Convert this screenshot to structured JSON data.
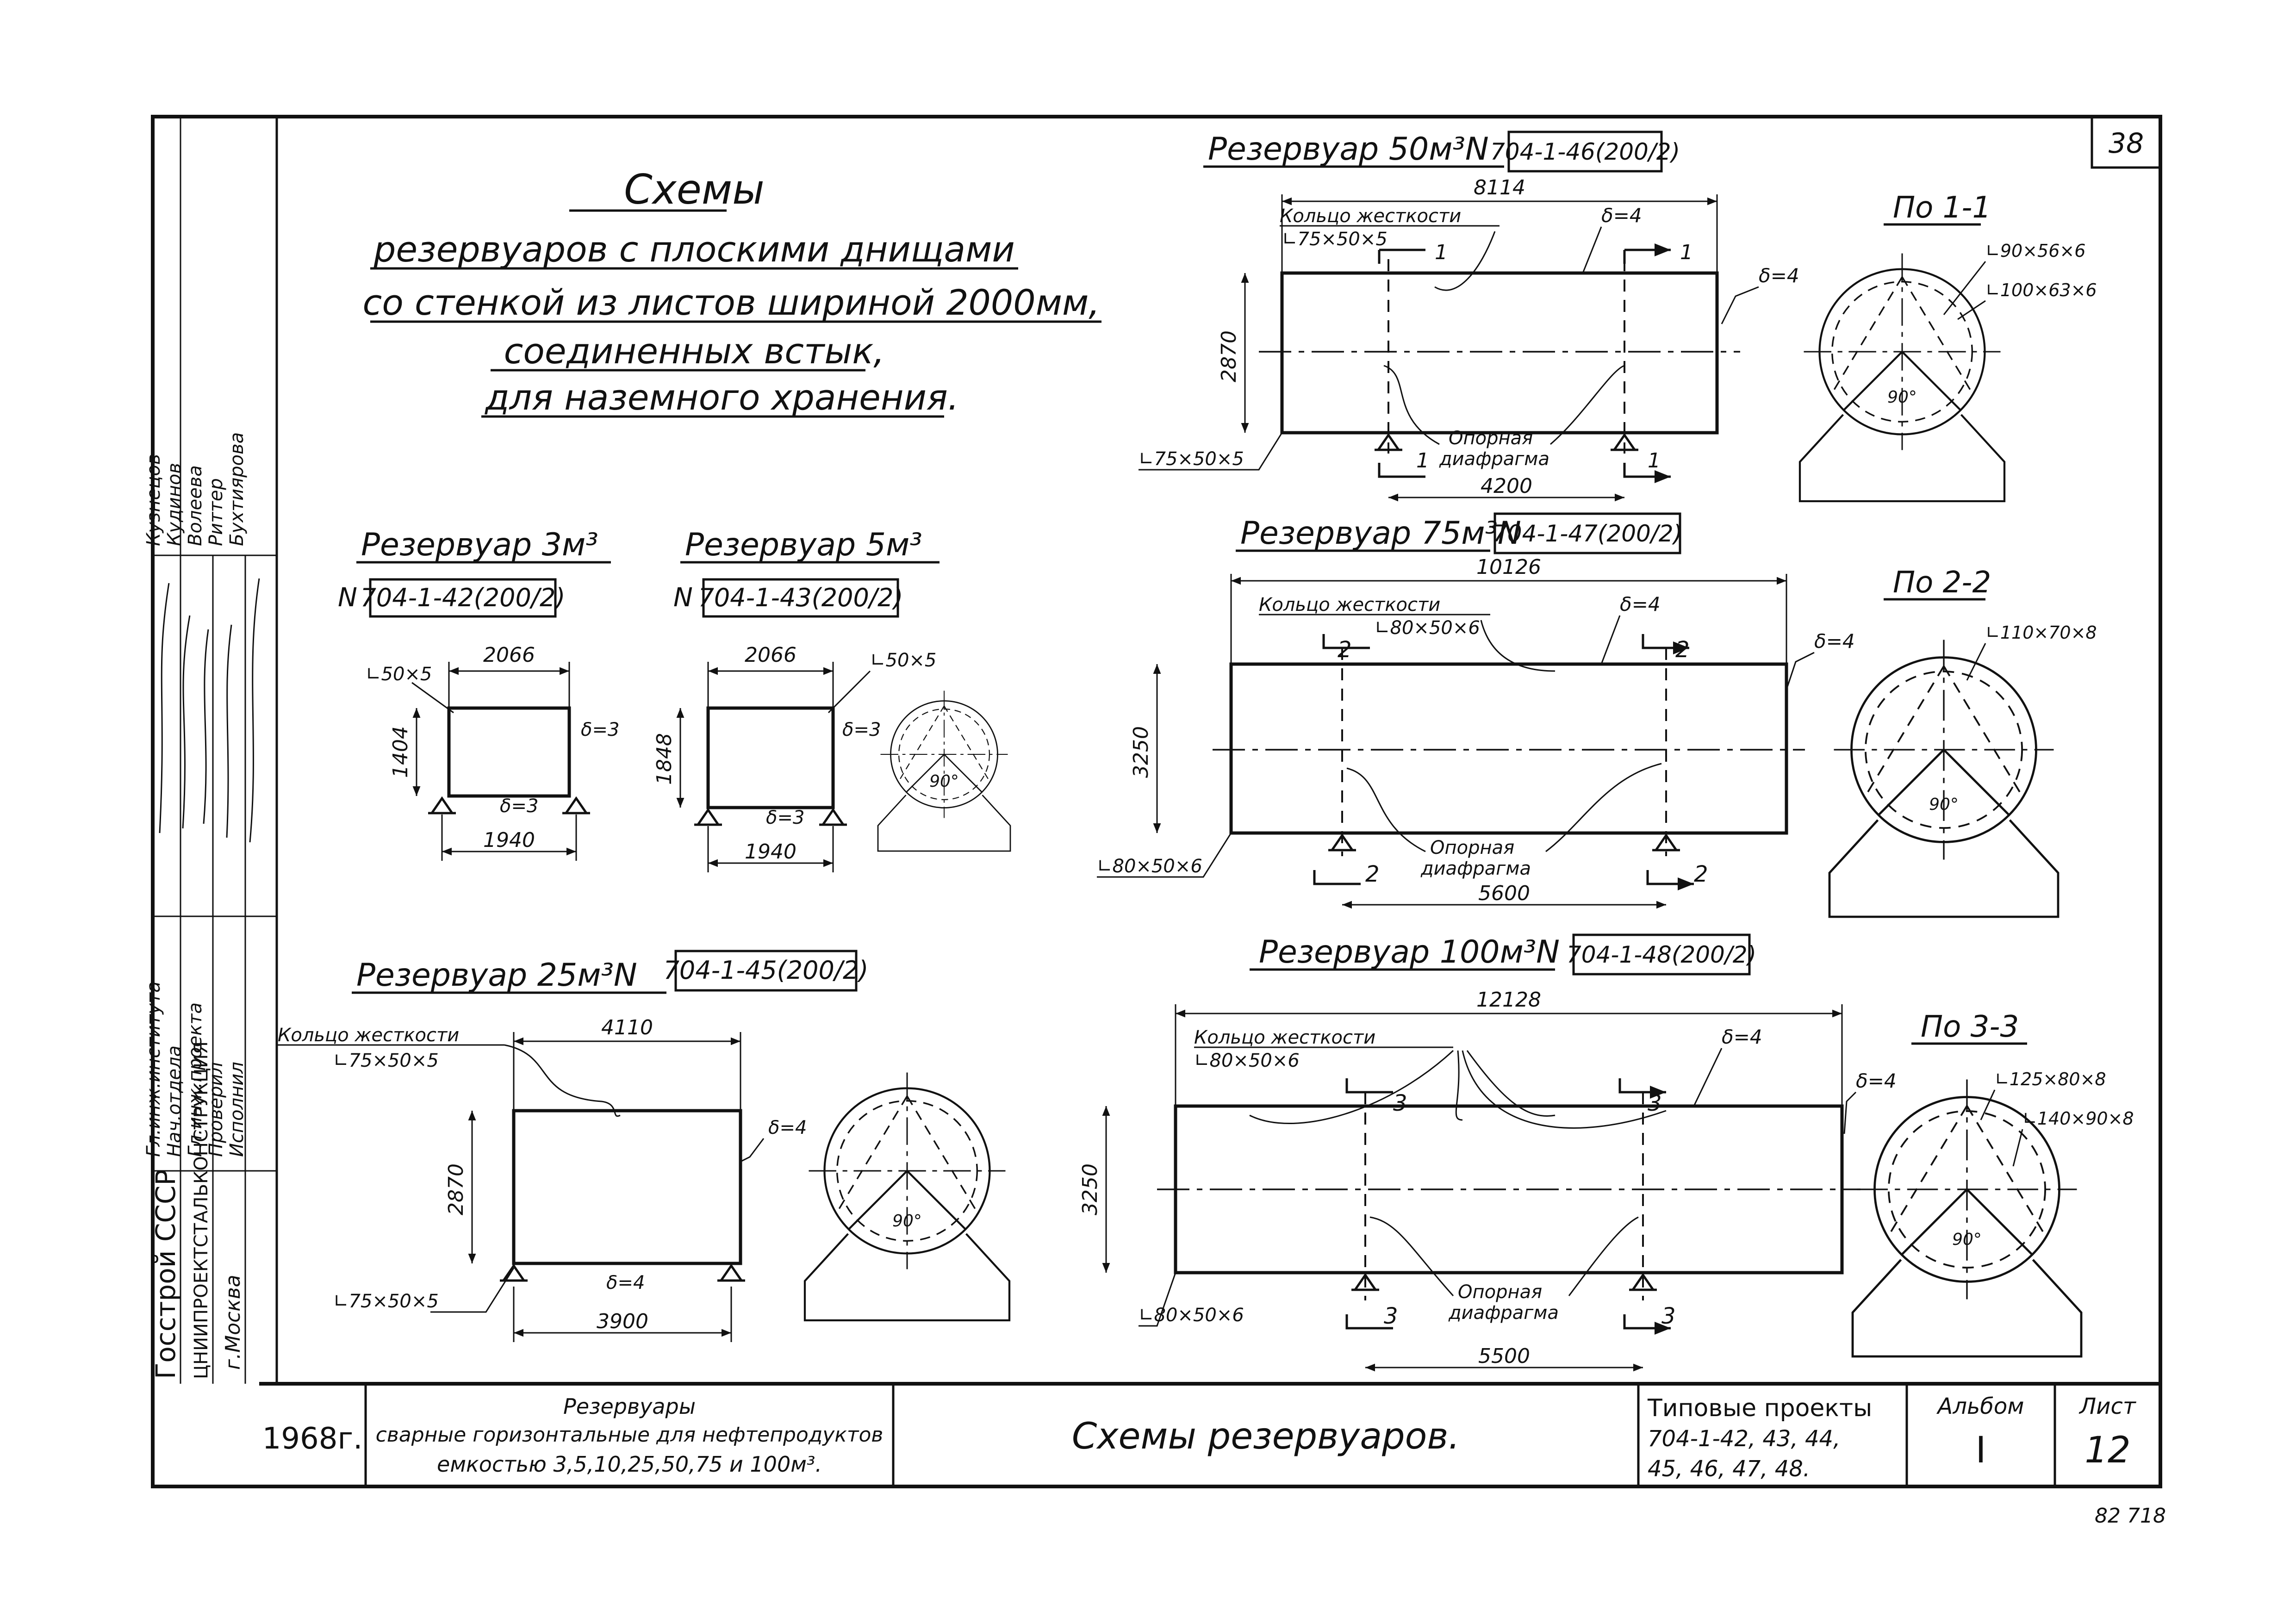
{
  "sheet_number": "38",
  "inventory_number": "82 718",
  "title": {
    "line1": "Схемы",
    "line2": "резервуаров с плоскими днищами",
    "line3": "со стенкой из листов шириной 2000мм,",
    "line4": "соединенных встык,",
    "line5": "для наземного хранения."
  },
  "tanks": [
    {
      "id": "t3",
      "name": "Резервуар 3м³",
      "code_prefix": "N",
      "code": "704-1-42(200/2)",
      "dims": {
        "length": "2066",
        "height": "1404",
        "support": "1940"
      },
      "angle": "∟50×5",
      "delta_side": "δ=3",
      "delta_bottom": "δ=3"
    },
    {
      "id": "t5",
      "name": "Резервуар 5м³",
      "code_prefix": "N",
      "code": "704-1-43(200/2)",
      "dims": {
        "length": "2066",
        "height": "1848",
        "support": "1940"
      },
      "angle": "∟50×5",
      "delta_side": "δ=3",
      "delta_bottom": "δ=3",
      "angle_label": "90°"
    },
    {
      "id": "t25",
      "name": "Резервуар 25м³N",
      "code": "704-1-45(200/2)",
      "dims": {
        "length": "4110",
        "height": "2870",
        "support": "3900"
      },
      "ring": "Кольцо жесткости",
      "angle_top": "∟75×50×5",
      "angle_bottom": "∟75×50×5",
      "delta_side": "δ=4",
      "delta_bottom": "δ=4",
      "angle_label": "90°"
    },
    {
      "id": "t50",
      "name": "Резервуар 50м³N",
      "code": "704-1-46(200/2)",
      "dims": {
        "length": "8114",
        "height": "2870",
        "support": "4200"
      },
      "ring": "Кольцо жесткости",
      "angle_top": "∟75×50×5",
      "angle_bottom": "∟75×50×5",
      "delta_top": "δ=4",
      "delta_side": "δ=4",
      "support_label": "Опорная",
      "support_label2": "диафрагма",
      "section_mark": "1",
      "section_title": "По 1-1",
      "section_angle1": "∟90×56×6",
      "section_angle2": "∟100×63×6",
      "angle_label": "90°"
    },
    {
      "id": "t75",
      "name": "Резервуар 75м³N",
      "code": "704-1-47(200/2)",
      "dims": {
        "length": "10126",
        "height": "3250",
        "support": "5600"
      },
      "ring": "Кольцо жесткости",
      "angle_top": "∟80×50×6",
      "angle_bottom": "∟80×50×6",
      "delta_top": "δ=4",
      "delta_side": "δ=4",
      "support_label": "Опорная",
      "support_label2": "диафрагма",
      "section_mark": "2",
      "section_title": "По 2-2",
      "section_angle1": "∟110×70×8",
      "angle_label": "90°"
    },
    {
      "id": "t100",
      "name": "Резервуар 100м³N",
      "code": "704-1-48(200/2)",
      "dims": {
        "length": "12128",
        "height": "3250",
        "support": "5500"
      },
      "ring": "Кольцо жесткости",
      "angle_top": "∟80×50×6",
      "angle_bottom": "∟80×50×6",
      "delta_top": "δ=4",
      "delta_side": "δ=4",
      "support_label": "Опорная",
      "support_label2": "диафрагма",
      "section_mark": "3",
      "section_title": "По 3-3",
      "section_angle1": "∟125×80×8",
      "section_angle2": "∟140×90×8",
      "angle_label": "90°"
    }
  ],
  "stamp": {
    "side_org": "Госстрой СССР",
    "side_inst": "ЦНИИПРОЕКТСТАЛЬКОНСТРУКЦИЯ",
    "side_city": "г.Москва",
    "roles": [
      "Гл.инж.института",
      "Нач.отдела",
      "Гл.инж.проекта",
      "Проверил",
      "Исполнил"
    ],
    "names": [
      "Кузнецов",
      "Кудинов",
      "Волеева",
      "Риттер",
      "Бухтиярова"
    ],
    "year": "1968г.",
    "desc1": "Резервуары",
    "desc2": "сварные горизонтальные для нефтепродуктов",
    "desc3": "емкостью 3,5,10,25,50,75 и 100м³.",
    "sheet_title": "Схемы резервуаров.",
    "projects1": "Типовые проекты",
    "projects2": "704-1-42, 43, 44,",
    "projects3": "45, 46, 47, 48.",
    "album_label": "Альбом",
    "album_value": "I",
    "sheet_label": "Лист",
    "sheet_value": "12"
  }
}
